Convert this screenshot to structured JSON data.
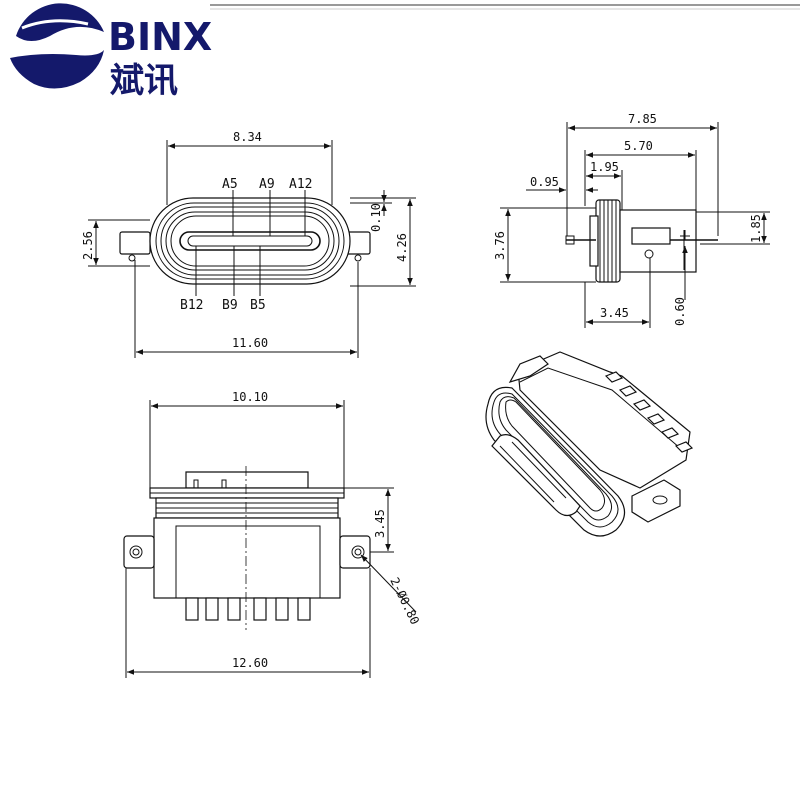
{
  "brand": {
    "name": "BINX",
    "name_cn": "斌讯",
    "logo_icon": "binx-wave-logo-icon"
  },
  "front_view": {
    "width_top": "8.34",
    "width_bottom": "11.60",
    "height_left": "2.56",
    "height_right": "4.26",
    "offset_right": "0.10",
    "pins_top": [
      "A5",
      "A9",
      "A12"
    ],
    "pins_bottom": [
      "B12",
      "B9",
      "B5"
    ]
  },
  "side_view": {
    "total_length": "7.85",
    "length_2": "5.70",
    "length_3": "1.95",
    "offset_left": "0.95",
    "height_left": "3.76",
    "height_right": "1.85",
    "bottom_length": "3.45",
    "thickness": "0.60"
  },
  "top_view": {
    "width_top": "10.10",
    "width_bottom": "12.60",
    "height_right": "3.45",
    "hole_label": "2-Ø0.80"
  },
  "colors": {
    "brand": "#14196b",
    "line": "#111111"
  }
}
